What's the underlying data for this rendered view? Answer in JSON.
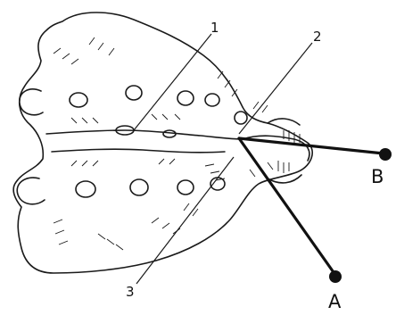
{
  "labels": {
    "num_1": "1",
    "num_2": "2",
    "num_3": "3",
    "letter_a": "A",
    "letter_b": "B"
  },
  "colors": {
    "ink": "#1a1a1a",
    "background": "#ffffff"
  },
  "icons": {
    "bone": "sacrum-drawing",
    "pointer_end": "filled-circle"
  }
}
